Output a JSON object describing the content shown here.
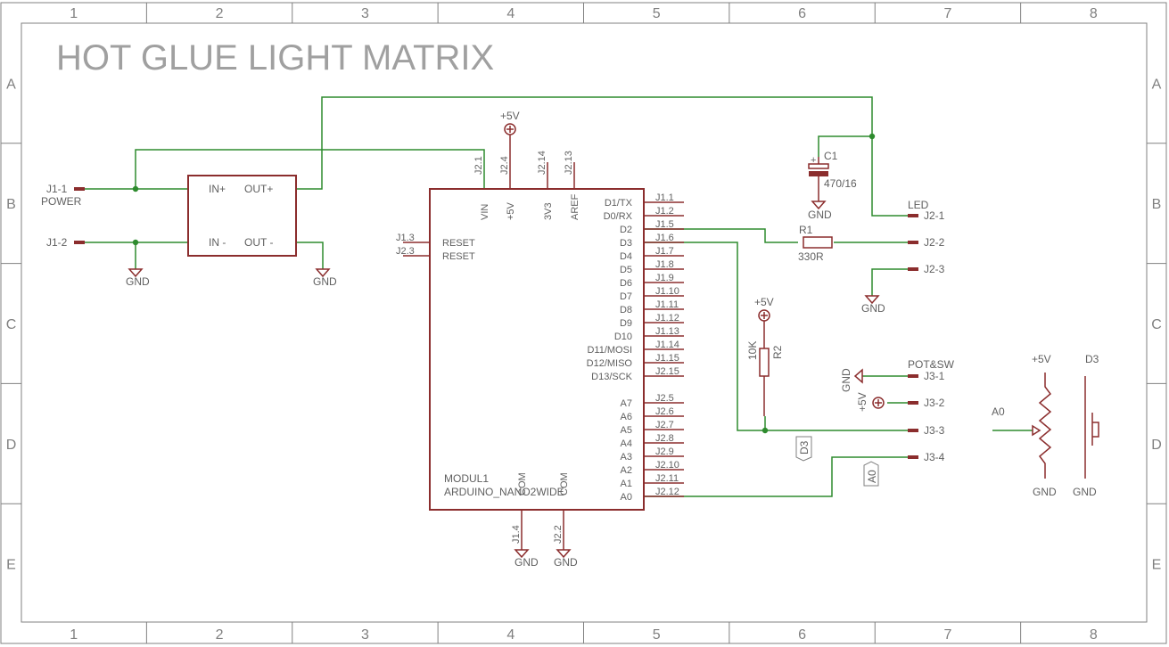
{
  "title": "HOT GLUE LIGHT MATRIX",
  "frame": {
    "columns": [
      "1",
      "2",
      "3",
      "4",
      "5",
      "6",
      "7",
      "8"
    ],
    "rows": [
      "A",
      "B",
      "C",
      "D",
      "E"
    ]
  },
  "power_connector": {
    "pin1": "J1-1",
    "pin1_name": "POWER",
    "pin2": "J1-2"
  },
  "regulator": {
    "in_plus": "IN+",
    "out_plus": "OUT+",
    "in_minus": "IN -",
    "out_minus": "OUT -"
  },
  "gnd": "GND",
  "plus5v": "+5V",
  "arduino": {
    "name": "MODUL1",
    "value": "ARDUINO_NANO2WIDE",
    "top_pins": [
      {
        "num": "J2.1",
        "name": "VIN"
      },
      {
        "num": "J2.4",
        "name": "+5V"
      },
      {
        "num": "J2.14",
        "name": "3V3"
      },
      {
        "num": "J2.13",
        "name": "AREF"
      }
    ],
    "bottom_pins": [
      {
        "num": "J1.4",
        "name": "COM"
      },
      {
        "num": "J2.2",
        "name": "COM"
      }
    ],
    "left_pins": [
      {
        "num": "J1.3",
        "name": "RESET"
      },
      {
        "num": "J2.3",
        "name": "RESET"
      }
    ],
    "right_pins": [
      {
        "num": "J1.1",
        "name": "D1/TX"
      },
      {
        "num": "J1.2",
        "name": "D0/RX"
      },
      {
        "num": "J1.5",
        "name": "D2"
      },
      {
        "num": "J1.6",
        "name": "D3"
      },
      {
        "num": "J1.7",
        "name": "D4"
      },
      {
        "num": "J1.8",
        "name": "D5"
      },
      {
        "num": "J1.9",
        "name": "D6"
      },
      {
        "num": "J1.10",
        "name": "D7"
      },
      {
        "num": "J1.11",
        "name": "D8"
      },
      {
        "num": "J1.12",
        "name": "D9"
      },
      {
        "num": "J1.13",
        "name": "D10"
      },
      {
        "num": "J1.14",
        "name": "D11/MOSI"
      },
      {
        "num": "J1.15",
        "name": "D12/MISO"
      },
      {
        "num": "J2.15",
        "name": "D13/SCK"
      },
      {
        "num": "J2.5",
        "name": "A7"
      },
      {
        "num": "J2.6",
        "name": "A6"
      },
      {
        "num": "J2.7",
        "name": "A5"
      },
      {
        "num": "J2.8",
        "name": "A4"
      },
      {
        "num": "J2.9",
        "name": "A3"
      },
      {
        "num": "J2.10",
        "name": "A2"
      },
      {
        "num": "J2.11",
        "name": "A1"
      },
      {
        "num": "J2.12",
        "name": "A0"
      }
    ]
  },
  "capacitor": {
    "name": "C1",
    "value": "470/16",
    "plus": "+"
  },
  "resistor1": {
    "name": "R1",
    "value": "330R"
  },
  "resistor2": {
    "name": "R2",
    "value": "10K"
  },
  "led_connector": {
    "label": "LED",
    "pins": [
      "J2-1",
      "J2-2",
      "J2-3"
    ]
  },
  "pot_connector": {
    "label": "POT&SW",
    "pins": [
      "J3-1",
      "J3-2",
      "J3-3",
      "J3-4"
    ]
  },
  "net_flags": {
    "d3": "D3",
    "a0": "A0"
  },
  "pot_symbol": {
    "top": "+5V",
    "wiper": "A0",
    "bottom": "GND"
  },
  "switch_symbol": {
    "top": "D3",
    "bottom": "GND"
  }
}
